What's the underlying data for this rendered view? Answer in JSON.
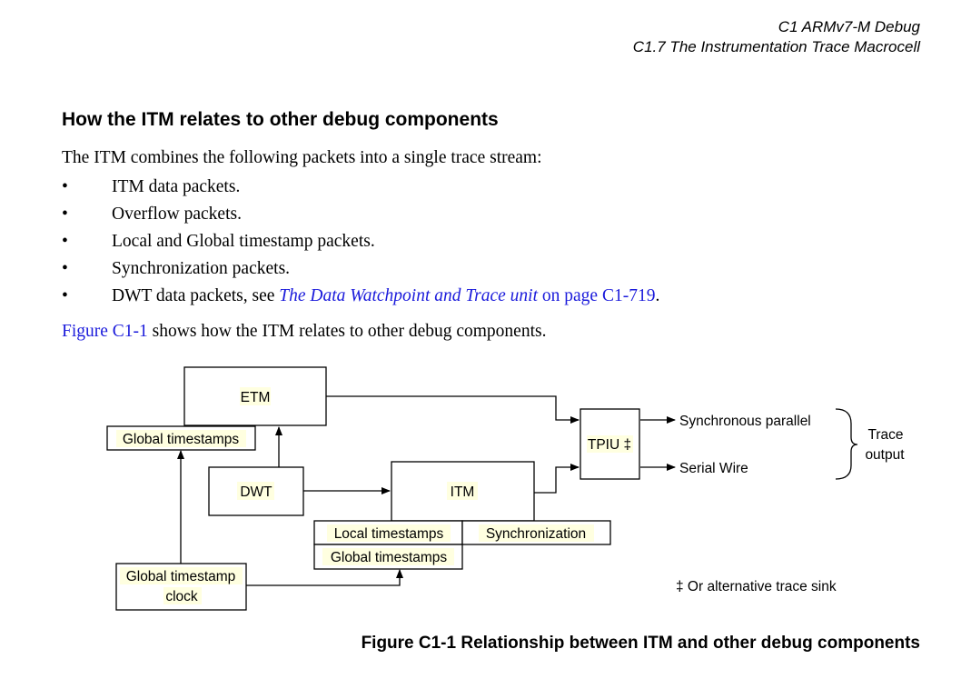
{
  "header": {
    "chapter": "C1 ARMv7-M Debug",
    "section": "C1.7 The Instrumentation Trace Macrocell"
  },
  "heading": "How the ITM relates to other debug components",
  "intro": "The ITM combines the following packets into a single trace stream:",
  "bullet_symbol": "•",
  "bullets": [
    "ITM data packets.",
    "Overflow packets.",
    "Local and Global timestamp packets.",
    "Synchronization packets."
  ],
  "dwt_bullet": {
    "prefix": "DWT data packets, see ",
    "link_text": "The Data Watchpoint and Trace unit",
    "page_ref": "on page C1-719",
    "suffix": "."
  },
  "figure_ref": {
    "link": "Figure C1-1",
    "text": " shows how the ITM relates to other debug components."
  },
  "diagram": {
    "etm": "ETM",
    "etm_global_timestamps": "Global timestamps",
    "dwt": "DWT",
    "itm": "ITM",
    "local_timestamps": "Local timestamps",
    "synchronization": "Synchronization",
    "itm_global_timestamps": "Global timestamps",
    "clock_line1": "Global timestamp",
    "clock_line2": "clock",
    "tpiu": "TPIU ‡",
    "synchronous_parallel": "Synchronous parallel",
    "serial_wire": "Serial Wire",
    "trace_line1": "Trace",
    "trace_line2": "output",
    "footnote": "‡ Or alternative trace sink"
  },
  "caption": "Figure C1-1 Relationship between ITM and other debug components",
  "colors": {
    "link": "#1a1adb",
    "label_highlight": "#ffffe0"
  }
}
